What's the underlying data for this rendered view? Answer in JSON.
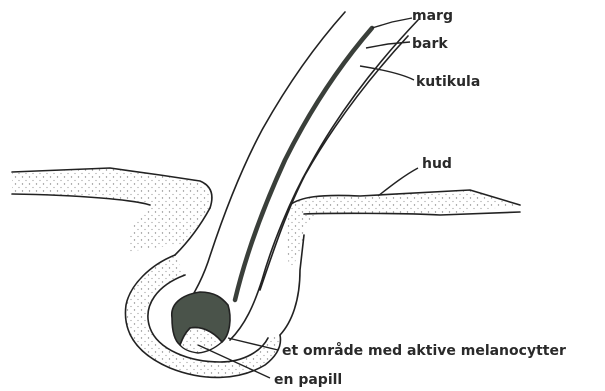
{
  "labels": {
    "marg": "marg",
    "bark": "bark",
    "kutikula": "kutikula",
    "hud": "hud",
    "melanocytes": "et område med aktive melanocytter",
    "papilla": "en papill"
  },
  "colors": {
    "line": "#222222",
    "marrow": "#3a3f3a",
    "melanocyte_area": "#4a534a",
    "stipple": "#8a8a8a",
    "background": "#ffffff"
  }
}
